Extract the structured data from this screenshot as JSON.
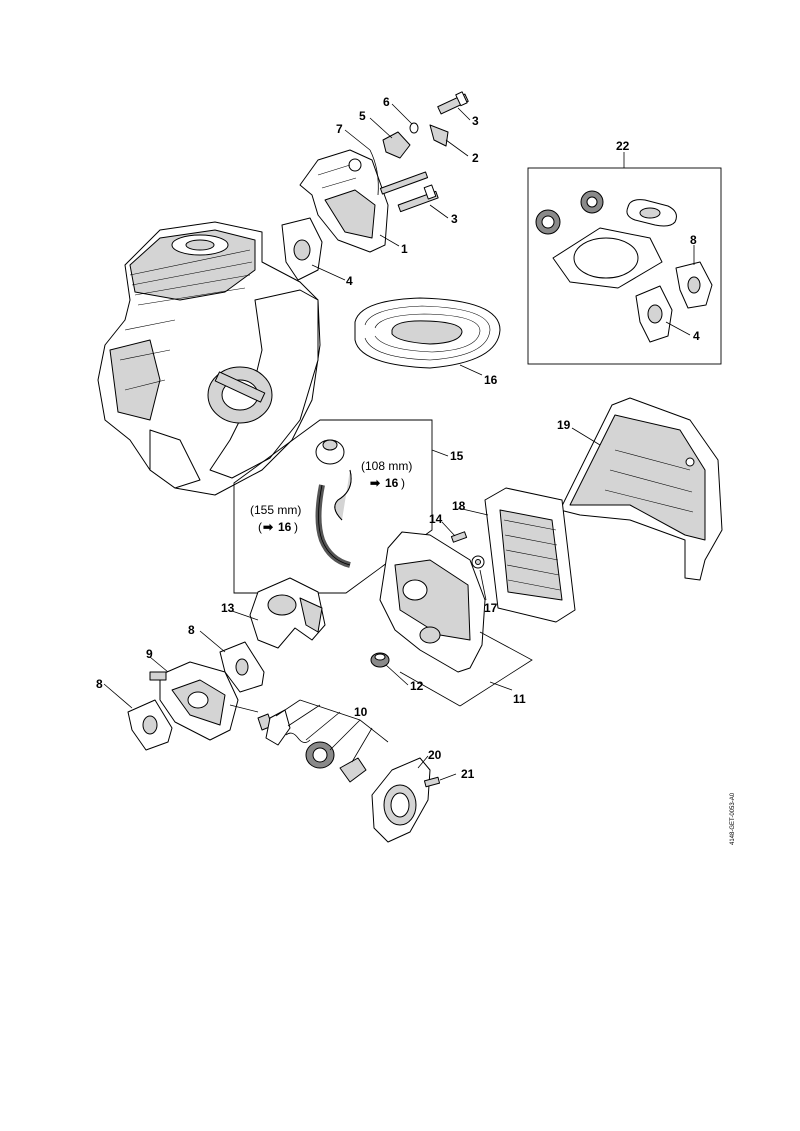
{
  "callouts": {
    "c1": "1",
    "c2": "2",
    "c3a": "3",
    "c3b": "3",
    "c4a": "4",
    "c4b": "4",
    "c5": "5",
    "c6": "6",
    "c7": "7",
    "c8a": "8",
    "c8b": "8",
    "c8c": "8",
    "c9": "9",
    "c10": "10",
    "c11": "11",
    "c12": "12",
    "c13": "13",
    "c14": "14",
    "c15": "15",
    "c16": "16",
    "c17": "17",
    "c18": "18",
    "c19": "19",
    "c20": "20",
    "c21": "21",
    "c22": "22"
  },
  "notes": {
    "hose_a_length": "(108 mm)",
    "hose_a_ref_num": "16",
    "hose_a_ref_close": ")",
    "hose_b_length": "(155 mm)",
    "hose_b_ref_open": "(",
    "hose_b_ref_num": "16",
    "hose_b_ref_close": ")",
    "arrow_glyph": "➡"
  },
  "document_id": "4148-GET-0053-A0"
}
